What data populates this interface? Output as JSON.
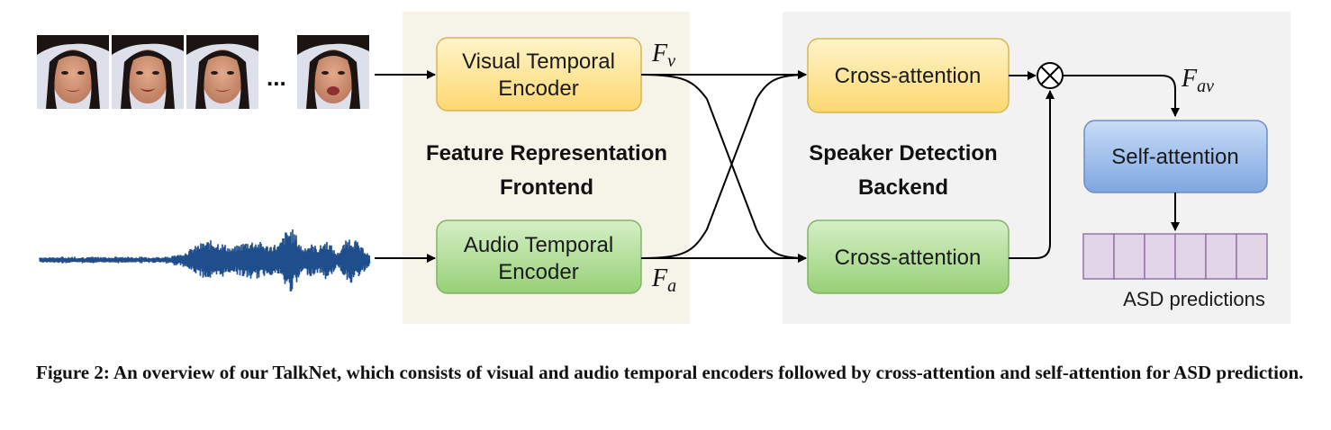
{
  "frontend": {
    "title_line1": "Feature Representation",
    "title_line2": "Frontend"
  },
  "backend": {
    "title_line1": "Speaker Detection",
    "title_line2": "Backend"
  },
  "visual_encoder": {
    "line1": "Visual Temporal",
    "line2": "Encoder"
  },
  "audio_encoder": {
    "line1": "Audio Temporal",
    "line2": "Encoder"
  },
  "cross_attention_top": "Cross-attention",
  "cross_attention_bottom": "Cross-attention",
  "self_attention": "Self-attention",
  "ellipsis": "...",
  "features": {
    "fv_base": "F",
    "fv_sub": "v",
    "fa_base": "F",
    "fa_sub": "a",
    "fav_base": "F",
    "fav_sub": "av"
  },
  "predictions_label": "ASD predictions",
  "predictions_cells": 6,
  "fusion_symbol": "⊗",
  "colors": {
    "frontend_bg": "#f6f3e8",
    "backend_bg": "#f2f2f2",
    "yellow_fill": "#fde7a0",
    "yellow_stroke": "#d6b656",
    "green_fill": "#b9e0a5",
    "green_stroke": "#82b366",
    "blue_fill": "#a9c4eb",
    "blue_stroke": "#6c8ebf",
    "purple_fill": "#e1d5e7",
    "purple_stroke": "#9673a6",
    "waveform": "#1f4e8c"
  },
  "caption": "Figure 2: An overview of our TalkNet, which consists of visual and audio temporal encoders followed by cross-attention and self-attention for ASD prediction."
}
